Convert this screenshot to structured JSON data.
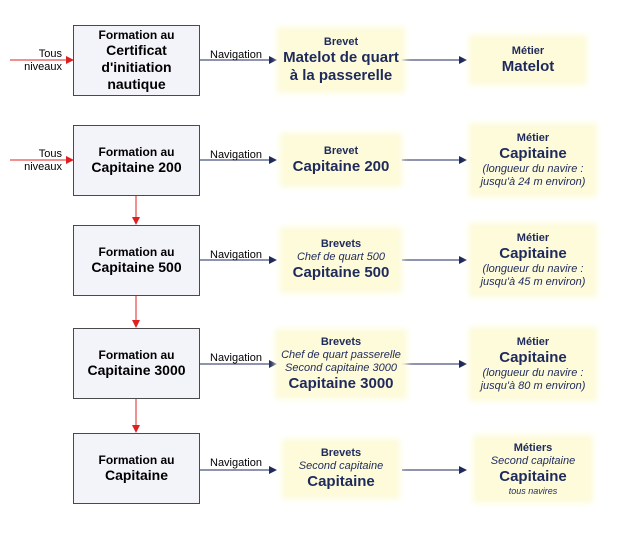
{
  "rows": [
    {
      "entry": [
        "Tous",
        "niveaux"
      ],
      "formation": {
        "small": "Formation au",
        "lines": [
          "Certificat",
          "d'initiation",
          "nautique"
        ]
      },
      "link": "Navigation",
      "brevet": {
        "head": "Brevet",
        "italic": [],
        "main": [
          "Matelot de quart",
          "à la passerelle"
        ]
      },
      "metier": {
        "head": "Métier",
        "italic_top": [],
        "main": [
          "Matelot"
        ],
        "italic_bottom": []
      }
    },
    {
      "entry": [
        "Tous",
        "niveaux"
      ],
      "formation": {
        "small": "Formation au",
        "lines": [
          "Capitaine 200"
        ]
      },
      "link": "Navigation",
      "brevet": {
        "head": "Brevet",
        "italic": [],
        "main": [
          "Capitaine 200"
        ]
      },
      "metier": {
        "head": "Métier",
        "italic_top": [],
        "main": [
          "Capitaine"
        ],
        "italic_bottom": [
          "(longueur du navire :",
          "jusqu'à 24 m environ)"
        ]
      }
    },
    {
      "formation": {
        "small": "Formation au",
        "lines": [
          "Capitaine 500"
        ]
      },
      "link": "Navigation",
      "brevet": {
        "head": "Brevets",
        "italic": [
          "Chef de quart 500"
        ],
        "main": [
          "Capitaine 500"
        ]
      },
      "metier": {
        "head": "Métier",
        "italic_top": [],
        "main": [
          "Capitaine"
        ],
        "italic_bottom": [
          "(longueur du navire :",
          "jusqu'à 45 m environ)"
        ]
      }
    },
    {
      "formation": {
        "small": "Formation au",
        "lines": [
          "Capitaine 3000"
        ]
      },
      "link": "Navigation",
      "brevet": {
        "head": "Brevets",
        "italic": [
          "Chef de quart passerelle",
          "Second capitaine 3000"
        ],
        "main": [
          "Capitaine 3000"
        ]
      },
      "metier": {
        "head": "Métier",
        "italic_top": [],
        "main": [
          "Capitaine"
        ],
        "italic_bottom": [
          "(longueur du navire :",
          "jusqu'à 80 m environ)"
        ]
      }
    },
    {
      "formation": {
        "small": "Formation au",
        "lines": [
          "Capitaine"
        ]
      },
      "link": "Navigation",
      "brevet": {
        "head": "Brevets",
        "italic": [
          "Second capitaine"
        ],
        "main": [
          "Capitaine"
        ]
      },
      "metier": {
        "head": "Métiers",
        "italic_top": [
          "Second capitaine"
        ],
        "main": [
          "Capitaine"
        ],
        "italic_bottom": [],
        "tiny": [
          "tous navires"
        ]
      }
    }
  ],
  "colors": {
    "progression_arrow": "#e02020",
    "navigation_arrow": "#1f2a5c",
    "box_fill": "#f3f3fa",
    "glow_fill": "#fdfbd9"
  }
}
